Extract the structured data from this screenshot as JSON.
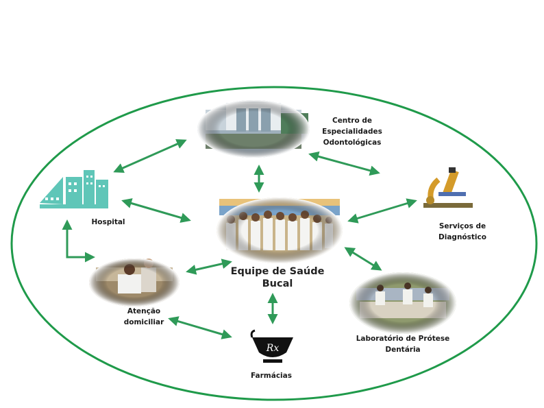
{
  "colors": {
    "ellipse": "#1f9a4a",
    "arrow": "#2f9a58",
    "hospital": "#5fc6b8"
  },
  "nodes": {
    "center": {
      "lines": [
        "Equipe de Saúde",
        "Bucal"
      ]
    },
    "ceo": {
      "lines": [
        "Centro de",
        "Especialidades",
        "Odontológicas"
      ]
    },
    "hospital": {
      "lines": [
        "Hospital"
      ]
    },
    "diagnostico": {
      "lines": [
        "Serviços de",
        "Diagnóstico"
      ]
    },
    "atencao": {
      "lines": [
        "Atenção",
        "domiciliar"
      ]
    },
    "laboratorio": {
      "lines": [
        "Laboratório de Prótese",
        "Dentária"
      ]
    },
    "farmacias": {
      "lines": [
        "Farmácias"
      ]
    },
    "rx_symbol": "Rx"
  },
  "icons": {
    "ceo": "building-photo",
    "hospital": "hospital-icon",
    "diagnostico": "microscope-icon",
    "atencao": "home-care-photo",
    "laboratorio": "lab-photo",
    "farmacias": "pharmacy-mortar-icon",
    "center": "team-photo"
  }
}
